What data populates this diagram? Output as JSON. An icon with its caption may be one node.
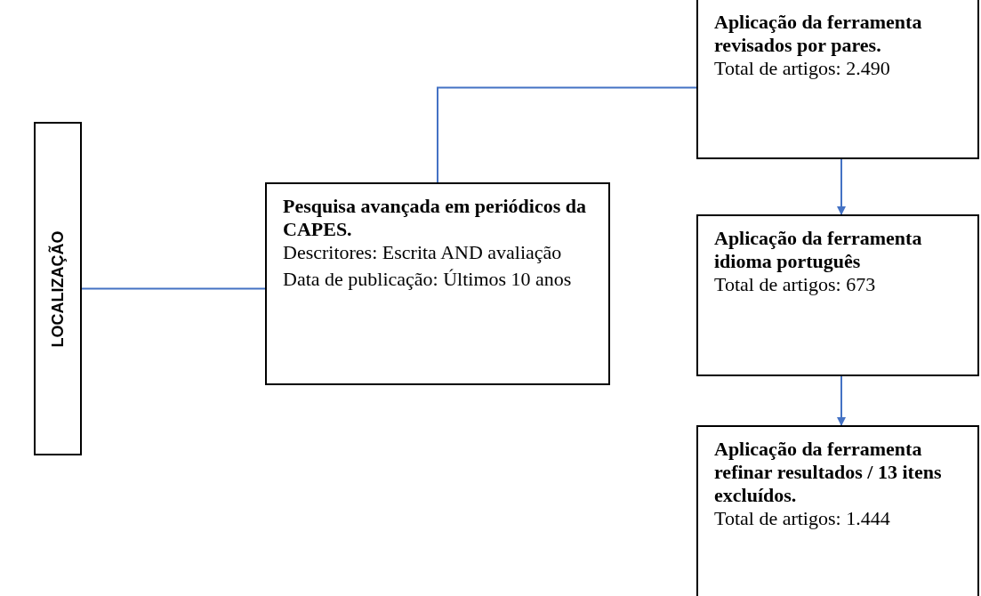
{
  "diagram": {
    "nodes": [
      {
        "text": [
          "LOCALIZAÇÃO"
        ]
      },
      {
        "text": [
          "Pesquisa avançada em periódicos da CAPES.",
          "Descritores: Escrita AND avaliação",
          "Data de publicação: Últimos 10 anos"
        ]
      },
      {
        "text": [
          "Aplicação da ferramenta revisados por pares.",
          "Total de artigos: 2.490"
        ]
      },
      {
        "text": [
          "Aplicação da ferramenta idioma português",
          "Total de artigos: 673"
        ]
      },
      {
        "text": [
          "Aplicação da ferramenta refinar resultados / 13 itens excluídos.",
          "Total de artigos: 1.444"
        ]
      }
    ],
    "edges": [
      {
        "from": 0,
        "to": 1,
        "arrow": "none"
      },
      {
        "from": 1,
        "to": 2,
        "arrow": "none"
      },
      {
        "from": 2,
        "to": 3,
        "arrow": "to"
      },
      {
        "from": 3,
        "to": 4,
        "arrow": "to"
      }
    ]
  }
}
